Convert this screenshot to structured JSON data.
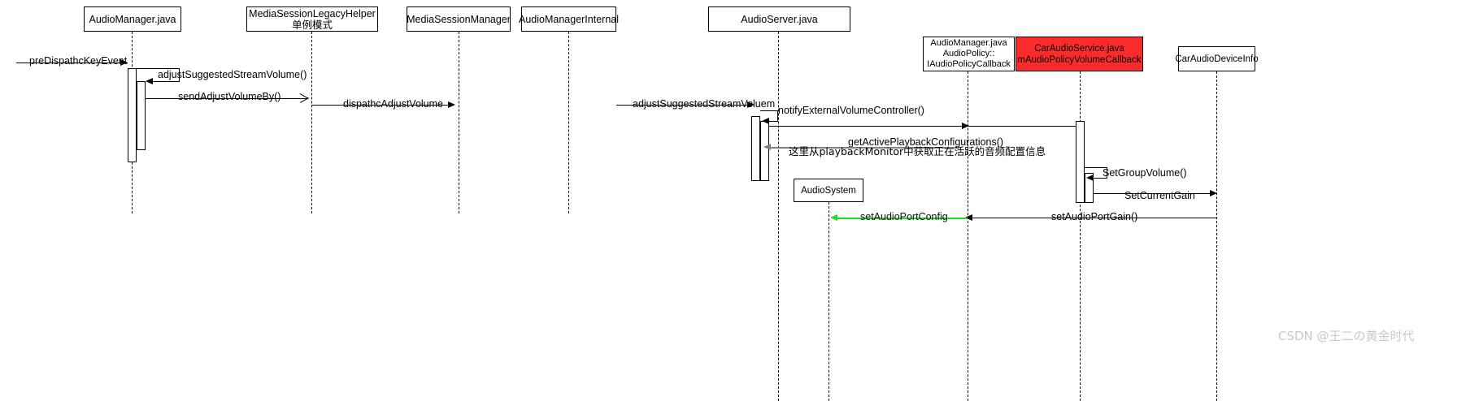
{
  "diagram": {
    "type": "uml-sequence-diagram",
    "title": "Android Audio Volume Adjust Sequence",
    "background_color": "#ffffff",
    "highlight_color": "#fc2b2b",
    "return_arrow_color": "#808080",
    "green_arrow_color": "#22dd22"
  },
  "participants": [
    {
      "id": "audio-manager-java",
      "lines": [
        "AudioManager.java"
      ],
      "highlighted": false
    },
    {
      "id": "media-session-legacy-helper",
      "lines": [
        "MediaSessionLegacyHelper",
        "单例模式"
      ],
      "highlighted": false
    },
    {
      "id": "media-session-manager",
      "lines": [
        "MediaSessionManager"
      ],
      "highlighted": false
    },
    {
      "id": "audio-manager-internal",
      "lines": [
        "AudioManagerInternal"
      ],
      "highlighted": false
    },
    {
      "id": "audio-server-java",
      "lines": [
        "AudioServer.java"
      ],
      "highlighted": false
    },
    {
      "id": "audio-policy-callback",
      "lines": [
        "AudioManager.java",
        "AudioPolicy::",
        "IAudioPolicyCallback"
      ],
      "highlighted": false
    },
    {
      "id": "car-audio-service",
      "lines": [
        "CarAudioService.java",
        "mAudioPolicyVolumeCallback"
      ],
      "highlighted": true
    },
    {
      "id": "car-audio-device-info",
      "lines": [
        "CarAudioDeviceInfo"
      ],
      "highlighted": false
    },
    {
      "id": "audio-system",
      "lines": [
        "AudioSystem"
      ],
      "highlighted": false
    }
  ],
  "messages": [
    {
      "id": "m1",
      "label": "preDispathcKeyEvent",
      "style": "solid-black"
    },
    {
      "id": "m2",
      "label": "adjustSuggestedStreamVolume()",
      "style": "self-call"
    },
    {
      "id": "m3",
      "label": "sendAdjustVolumeBy()",
      "style": "solid-open-arrow"
    },
    {
      "id": "m4",
      "label": "dispathcAdjustVolume",
      "style": "solid-black"
    },
    {
      "id": "m5",
      "label": "adjustSuggestedStreamVoluem",
      "style": "solid-black"
    },
    {
      "id": "m6",
      "label": "notifyExternalVolumeController()",
      "style": "self-call"
    },
    {
      "id": "m7",
      "label": "getActivePlaybackConfigurations()",
      "style": "solid-black"
    },
    {
      "id": "m8",
      "label": "这里从playbackMonitor中获取正在活跃的音频配置信息",
      "style": "annotation"
    },
    {
      "id": "m9",
      "label": "SetGroupVolume()",
      "style": "self-call"
    },
    {
      "id": "m10",
      "label": "SetCurrentGain",
      "style": "solid-black"
    },
    {
      "id": "m11",
      "label": "setAudioPortGain()",
      "style": "solid-black"
    },
    {
      "id": "m12",
      "label": "setAudioPortConfig",
      "style": "green-arrow"
    }
  ],
  "watermark": {
    "text": "CSDN @王二の黄金时代"
  }
}
